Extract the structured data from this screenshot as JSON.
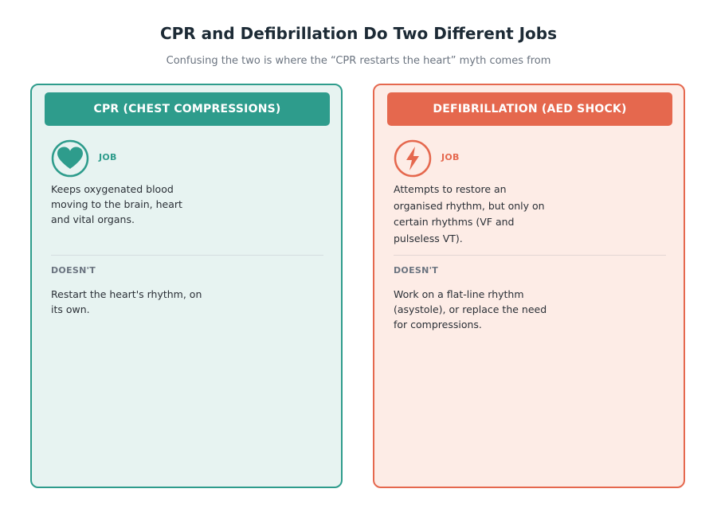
{
  "header": {
    "title": "CPR and Defibrillation Do Two Different Jobs",
    "subtitle": "Confusing the two is where the “CPR restarts the heart” myth comes from"
  },
  "cards": [
    {
      "heading": "CPR (CHEST COMPRESSIONS)",
      "icon": "heart-icon",
      "job_label": "JOB",
      "job_text": "Keeps oxygenated blood moving to the brain, heart and vital organs.",
      "doesnt_label": "DOESN'T",
      "doesnt_text": "Restart the heart's rhythm, on its own."
    },
    {
      "heading": "DEFIBRILLATION (AED SHOCK)",
      "icon": "lightning-bolt-icon",
      "job_label": "JOB",
      "job_text": "Attempts to restore an organised rhythm, but only on certain rhythms (VF and pulseless VT).",
      "doesnt_label": "DOESN'T",
      "doesnt_text": "Work on a flat-line rhythm (asystole), or replace the need for compressions."
    }
  ],
  "colors": {
    "cpr_accent": "#2e9c8c",
    "defib_accent": "#e5684e"
  }
}
